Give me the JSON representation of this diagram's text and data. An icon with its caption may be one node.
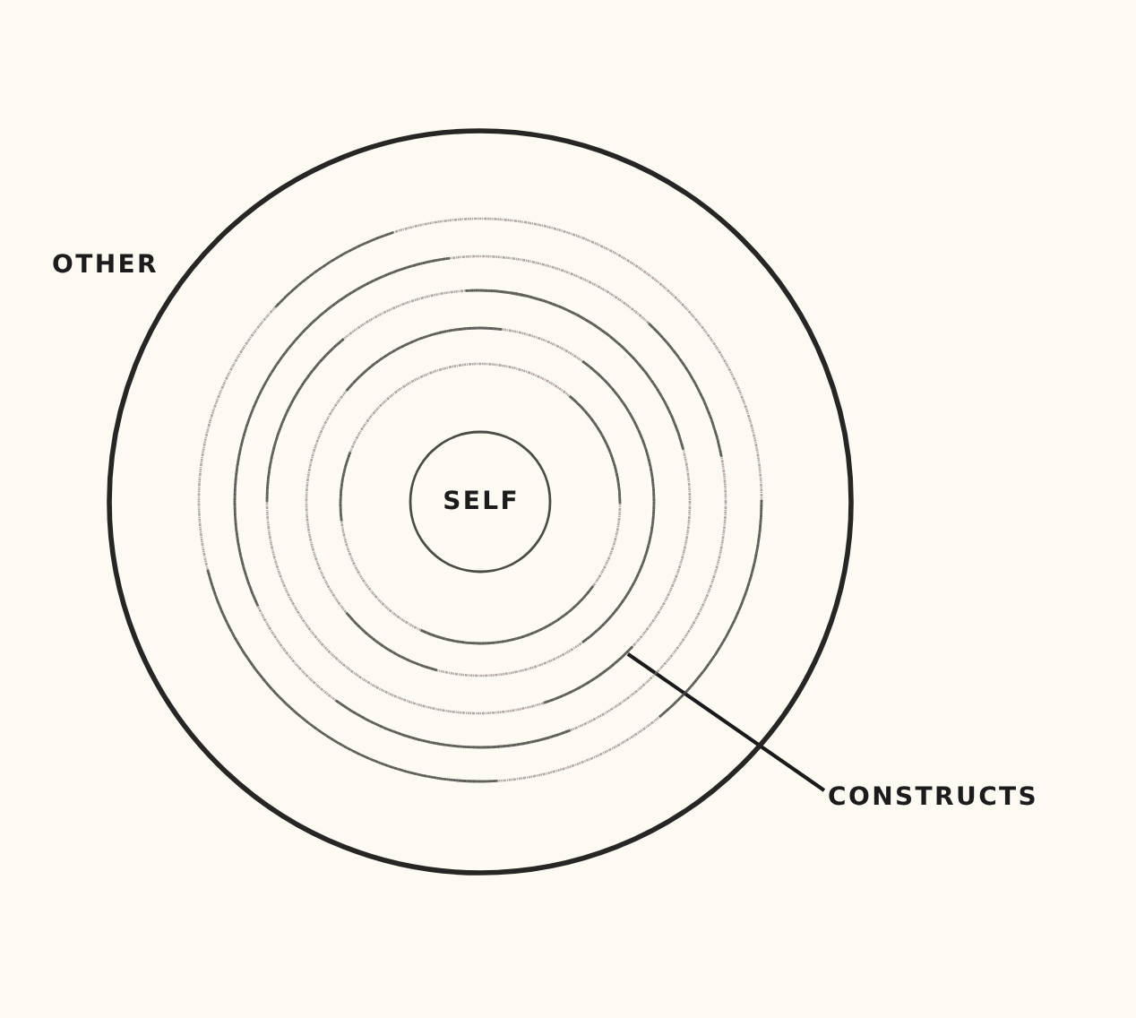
{
  "diagram": {
    "nodes": [
      {
        "text": [
          "OTHER"
        ]
      },
      {
        "text": [],
        "shape": "circle",
        "in": 0
      },
      {
        "text": [],
        "shape": "circle",
        "in": 1
      },
      {
        "text": [],
        "shape": "circle",
        "in": 2
      },
      {
        "text": [],
        "shape": "circle",
        "in": 3
      },
      {
        "text": [],
        "shape": "circle",
        "in": 4
      },
      {
        "text": [
          "SELF"
        ],
        "in": 5
      },
      {
        "text": [
          "CONSTRUCTS"
        ]
      }
    ],
    "edges": [
      {
        "from": 7,
        "to": 3,
        "arrow": "none"
      }
    ]
  }
}
